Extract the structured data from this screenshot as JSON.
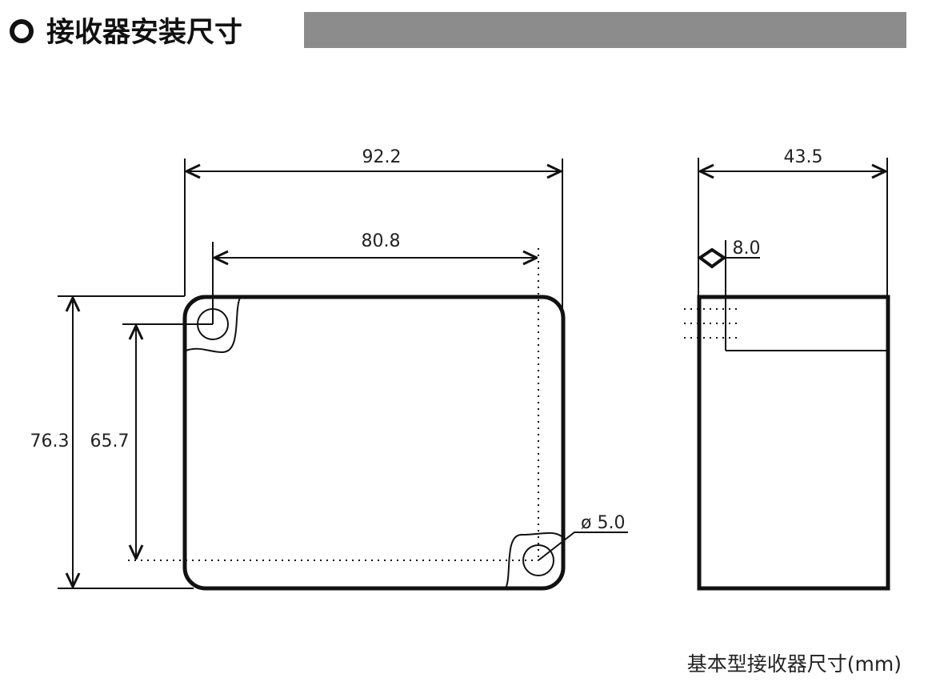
{
  "header": {
    "icon": "hollow-circle-bullet",
    "title": "接收器安装尺寸",
    "bar_color": "#8c8c8c"
  },
  "front_view": {
    "width_outer": "92.2",
    "hole_spacing_horizontal": "80.8",
    "height_outer": "76.3",
    "hole_spacing_vertical": "65.7",
    "hole_diameter": "ø 5.0"
  },
  "side_view": {
    "depth": "43.5",
    "lid_thickness": "8.0"
  },
  "caption": "基本型接收器尺寸(mm)"
}
